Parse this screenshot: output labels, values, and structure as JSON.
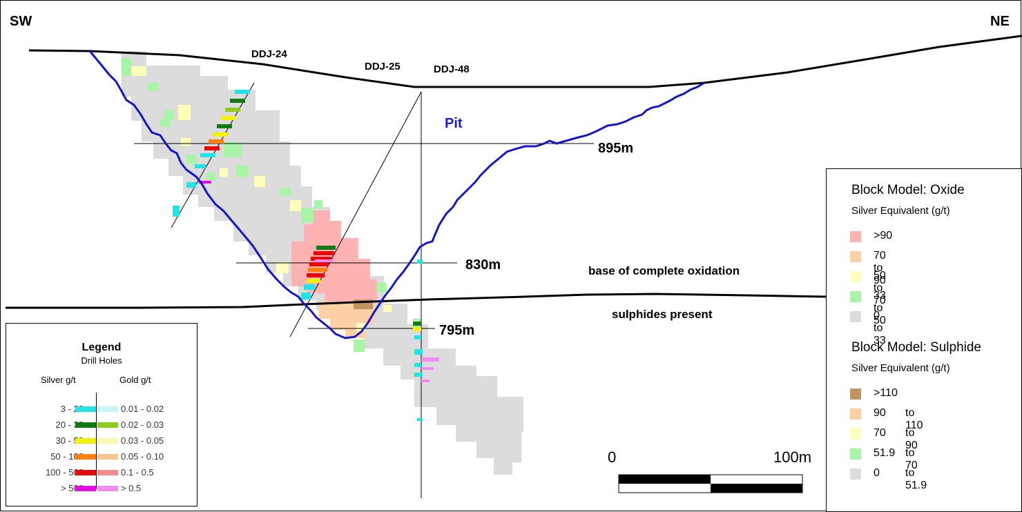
{
  "section": {
    "corner_left": "SW",
    "corner_right": "NE",
    "drill_holes": [
      "DDJ-24",
      "DDJ-25",
      "DDJ-48"
    ],
    "pit_label": "Pit",
    "elevations": [
      "895m",
      "830m",
      "795m"
    ],
    "zone_upper": "base of complete oxidation",
    "zone_lower": "sulphides present"
  },
  "legend": {
    "title": "Legend",
    "subtitle": "Drill Holes",
    "silver_header": "Silver g/t",
    "gold_header": "Gold g/t",
    "rows": [
      {
        "silver": "3 - 20",
        "gold": "0.01 - 0.02",
        "silver_color": "#22e3e8",
        "gold_color": "#c8f4f6"
      },
      {
        "silver": "20 - 30",
        "gold": "0.02 - 0.03",
        "silver_color": "#117a14",
        "gold_color": "#8ccc1e"
      },
      {
        "silver": "30 - 50",
        "gold": "0.03 - 0.05",
        "silver_color": "#f2f20a",
        "gold_color": "#fbf8b0"
      },
      {
        "silver": "50 - 100",
        "gold": "0.05 - 0.10",
        "silver_color": "#ff7f10",
        "gold_color": "#fcc490"
      },
      {
        "silver": "100 - 500",
        "gold": "0.1 - 0.5",
        "silver_color": "#e80a0a",
        "gold_color": "#f58c8c"
      },
      {
        "silver": "> 500",
        "gold": "> 0.5",
        "silver_color": "#e010e0",
        "gold_color": "#f08cf0"
      }
    ]
  },
  "block_model": {
    "oxide_title": "Block Model: Oxide",
    "oxide_subtitle": "Silver Equivalent (g/t)",
    "oxide_items": [
      {
        "label": ">90",
        "color": "#ffb2b2"
      },
      {
        "label": "70 to 90",
        "color": "#fdd0a4"
      },
      {
        "label": "50 to 70",
        "color": "#feffb8"
      },
      {
        "label": "33 to 50",
        "color": "#a8f5a8"
      },
      {
        "label": "0 to 33",
        "color": "#dcdcdc"
      }
    ],
    "sulphide_title": "Block Model: Sulphide",
    "sulphide_subtitle": "Silver Equivalent (g/t)",
    "sulphide_items": [
      {
        "a": ">110",
        "b": "",
        "color": "#c49460"
      },
      {
        "a": "90",
        "b": "to 110",
        "color": "#fdd0a4"
      },
      {
        "a": "70",
        "b": "to  90",
        "color": "#feffb8"
      },
      {
        "a": "51.9",
        "b": "to  70",
        "color": "#a8f5a8"
      },
      {
        "a": "0",
        "b": "to  51.9",
        "color": "#dcdcdc"
      }
    ]
  },
  "scale_bar": {
    "start_label": "0",
    "end_label": "100m"
  },
  "colors": {
    "pit_line": "#1414d0",
    "block_low": "#dcdcdc",
    "oxide_high": "#ffb2b2",
    "sulphide_high": "#c49460"
  }
}
